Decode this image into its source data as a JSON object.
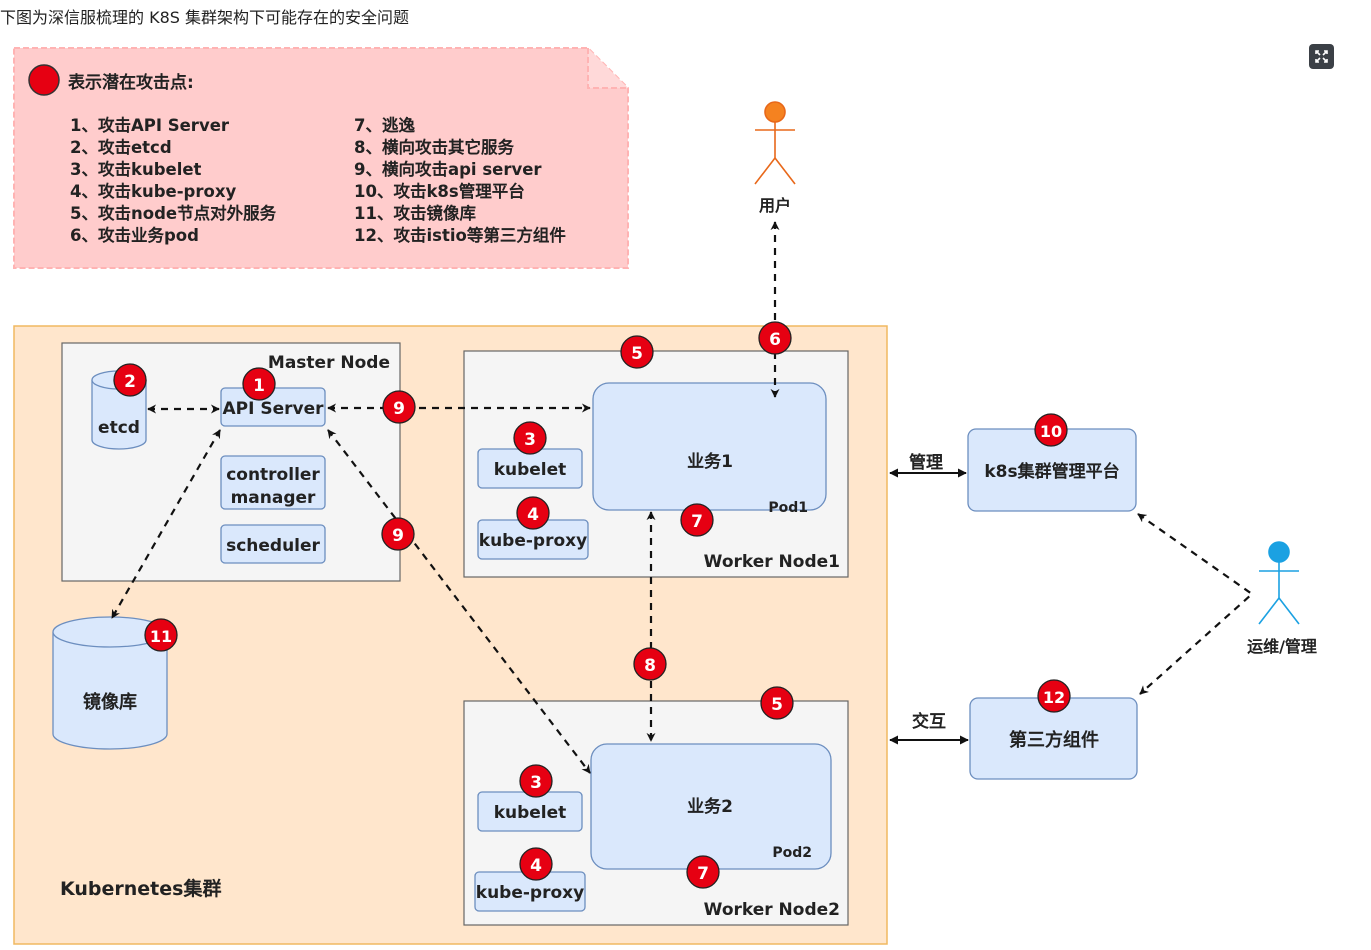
{
  "caption": "下图为深信服梳理的 K8S 集群架构下可能存在的安全问题",
  "legend": {
    "title": "表示潜在攻击点:",
    "left_items": [
      "1、攻击API Server",
      "2、攻击etcd",
      "3、攻击kubelet",
      "4、攻击kube-proxy",
      "5、攻击node节点对外服务",
      "6、攻击业务pod"
    ],
    "right_items": [
      "7、逃逸",
      "8、横向攻击其它服务",
      "9、横向攻击api server",
      "10、攻击k8s管理平台",
      "11、攻击镜像库",
      "12、攻击istio等第三方组件"
    ]
  },
  "cluster_label": "Kubernetes集群",
  "master": {
    "title": "Master Node",
    "etcd": "etcd",
    "api_server": "API Server",
    "controller": [
      "controller",
      "manager"
    ],
    "scheduler": "scheduler"
  },
  "worker1": {
    "title": "Worker Node1",
    "kubelet": "kubelet",
    "kube_proxy": "kube-proxy",
    "service": "业务1",
    "pod": "Pod1"
  },
  "worker2": {
    "title": "Worker Node2",
    "kubelet": "kubelet",
    "kube_proxy": "kube-proxy",
    "service": "业务2",
    "pod": "Pod2"
  },
  "registry": "镜像库",
  "user": "用户",
  "ops": "运维/管理",
  "mgmt_platform": "k8s集群管理平台",
  "third_party": "第三方组件",
  "edge_manage": "管理",
  "edge_interact": "交互",
  "markers": {
    "m1": "1",
    "m2": "2",
    "m3a": "3",
    "m3b": "3",
    "m4a": "4",
    "m4b": "4",
    "m5a": "5",
    "m5b": "5",
    "m6": "6",
    "m7a": "7",
    "m7b": "7",
    "m8": "8",
    "m9a": "9",
    "m9b": "9",
    "m10": "10",
    "m11": "11",
    "m12": "12"
  },
  "colors": {
    "legend_bg": "#ffcccc",
    "cluster_bg": "#ffe6cc",
    "cluster_border": "#f0b860",
    "node_bg": "#f5f5f5",
    "component_bg": "#dae8fc",
    "component_border": "#6c8ebf",
    "marker_red": "#e60012",
    "user_orange": "#e8681a",
    "ops_blue": "#1ba1e2"
  }
}
